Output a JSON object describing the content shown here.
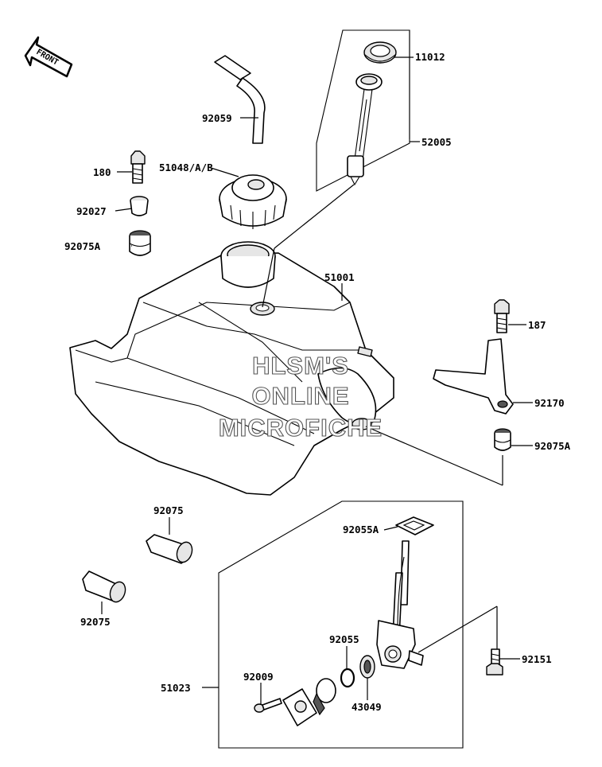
{
  "diagram": {
    "front_arrow_text": "FRONT",
    "watermark": [
      "HLSM'S",
      "ONLINE",
      "MICROFICHE"
    ],
    "parts": [
      {
        "id": "11012",
        "label": "11012"
      },
      {
        "id": "52005",
        "label": "52005"
      },
      {
        "id": "92059",
        "label": "92059"
      },
      {
        "id": "180",
        "label": "180"
      },
      {
        "id": "51048",
        "label": "51048/A/B"
      },
      {
        "id": "92027",
        "label": "92027"
      },
      {
        "id": "92075A-upper",
        "label": "92075A"
      },
      {
        "id": "51001",
        "label": "51001"
      },
      {
        "id": "187",
        "label": "187"
      },
      {
        "id": "92170",
        "label": "92170"
      },
      {
        "id": "92075A-lower",
        "label": "92075A"
      },
      {
        "id": "92075-upper",
        "label": "92075"
      },
      {
        "id": "92075-lower",
        "label": "92075"
      },
      {
        "id": "92055A",
        "label": "92055A"
      },
      {
        "id": "92055",
        "label": "92055"
      },
      {
        "id": "92151",
        "label": "92151"
      },
      {
        "id": "51023",
        "label": "51023"
      },
      {
        "id": "92009",
        "label": "92009"
      },
      {
        "id": "43049",
        "label": "43049"
      }
    ]
  }
}
